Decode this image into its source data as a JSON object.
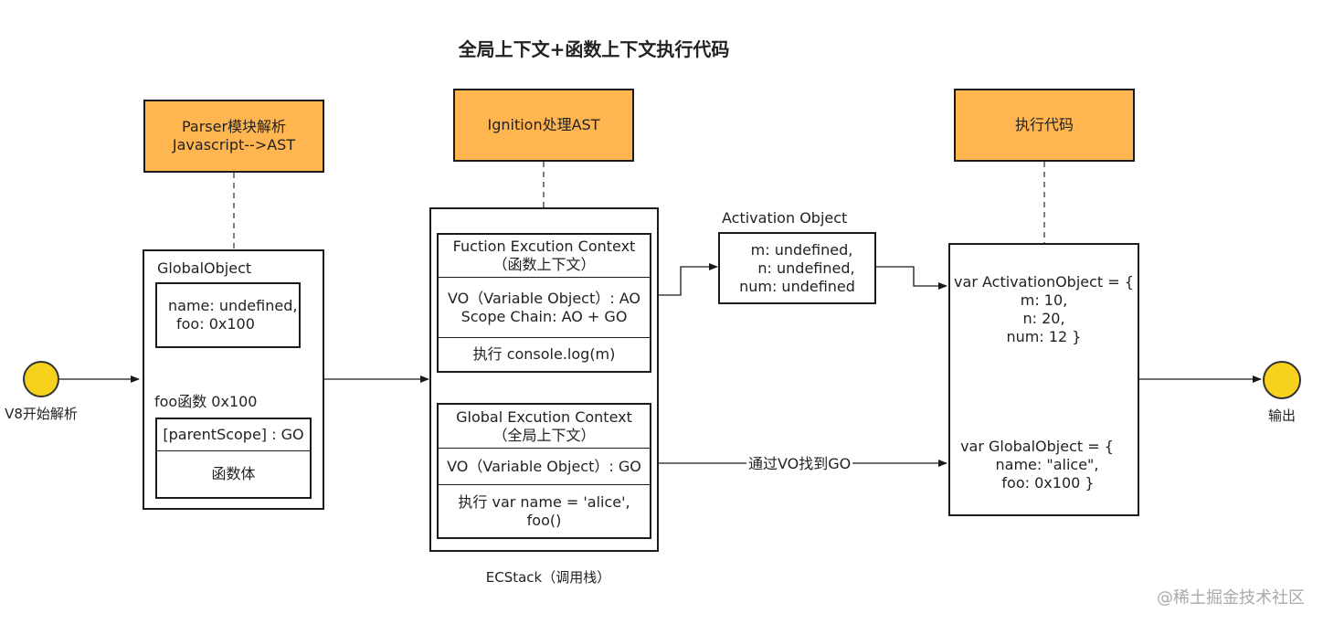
{
  "title": "全局上下文+函数上下文执行代码",
  "stages": {
    "parser": [
      "Parser模块解析",
      "Javascript-->AST"
    ],
    "ignition": "Ignition处理AST",
    "execute": "执行代码"
  },
  "start_label": "V8开始解析",
  "end_label": "输出",
  "global_object": {
    "title": "GlobalObject",
    "props": [
      "name: undefined,",
      "foo: 0x100"
    ],
    "func_label": "foo函数 0x100",
    "func_scope": "[parentScope] : GO",
    "func_body": "函数体"
  },
  "fec": {
    "title": [
      "Fuction Excution Context",
      "（函数上下文）"
    ],
    "vo": [
      "VO（Variable Object）: AO",
      "Scope Chain:  AO + GO"
    ],
    "exec": "执行 console.log(m)"
  },
  "gec": {
    "title": [
      "Global Excution Context",
      "（全局上下文）"
    ],
    "vo": "VO（Variable Object）: GO",
    "exec": [
      "执行 var name = 'alice',",
      "foo()"
    ]
  },
  "ecstack_label": "ECStack（调用栈）",
  "activation": {
    "title": "Activation Object",
    "lines": [
      "m: undefined,",
      "n:  undefined,",
      "num: undefined"
    ]
  },
  "result": {
    "ao": [
      "var ActivationObject = {",
      "m: 10,",
      "n: 20,",
      "num: 12 }"
    ],
    "go": [
      "var GlobalObject = {",
      "name: \"alice\",",
      "foo: 0x100   }"
    ]
  },
  "edge_label": "通过VO找到GO",
  "watermark": "@稀土掘金技术社区",
  "colors": {
    "stage": "#ffb650",
    "node": "#f6d21c",
    "line": "#1a1a1a"
  }
}
